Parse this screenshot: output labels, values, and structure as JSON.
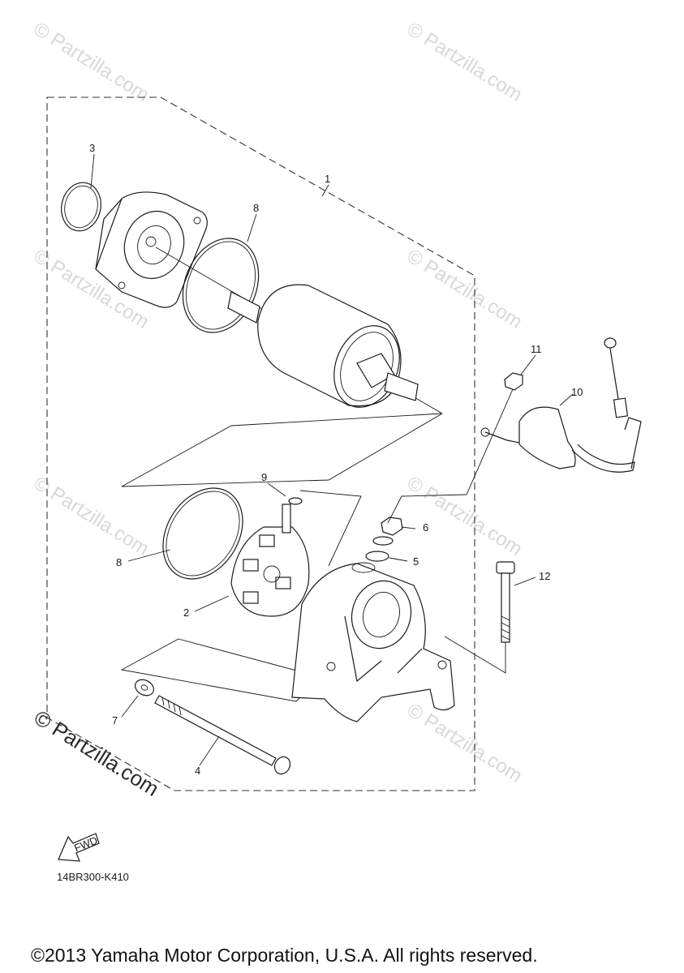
{
  "watermark": "© Partzilla.com",
  "callouts": {
    "c1": "1",
    "c2": "2",
    "c3": "3",
    "c4": "4",
    "c5": "5",
    "c6": "6",
    "c7": "7",
    "c8a": "8",
    "c8b": "8",
    "c9": "9",
    "c10": "10",
    "c11": "11",
    "c12": "12"
  },
  "fwd_label": "FWD",
  "diagram_code": "14BR300-K410",
  "copyright": "©2013 Yamaha Motor Corporation, U.S.A. All rights reserved."
}
